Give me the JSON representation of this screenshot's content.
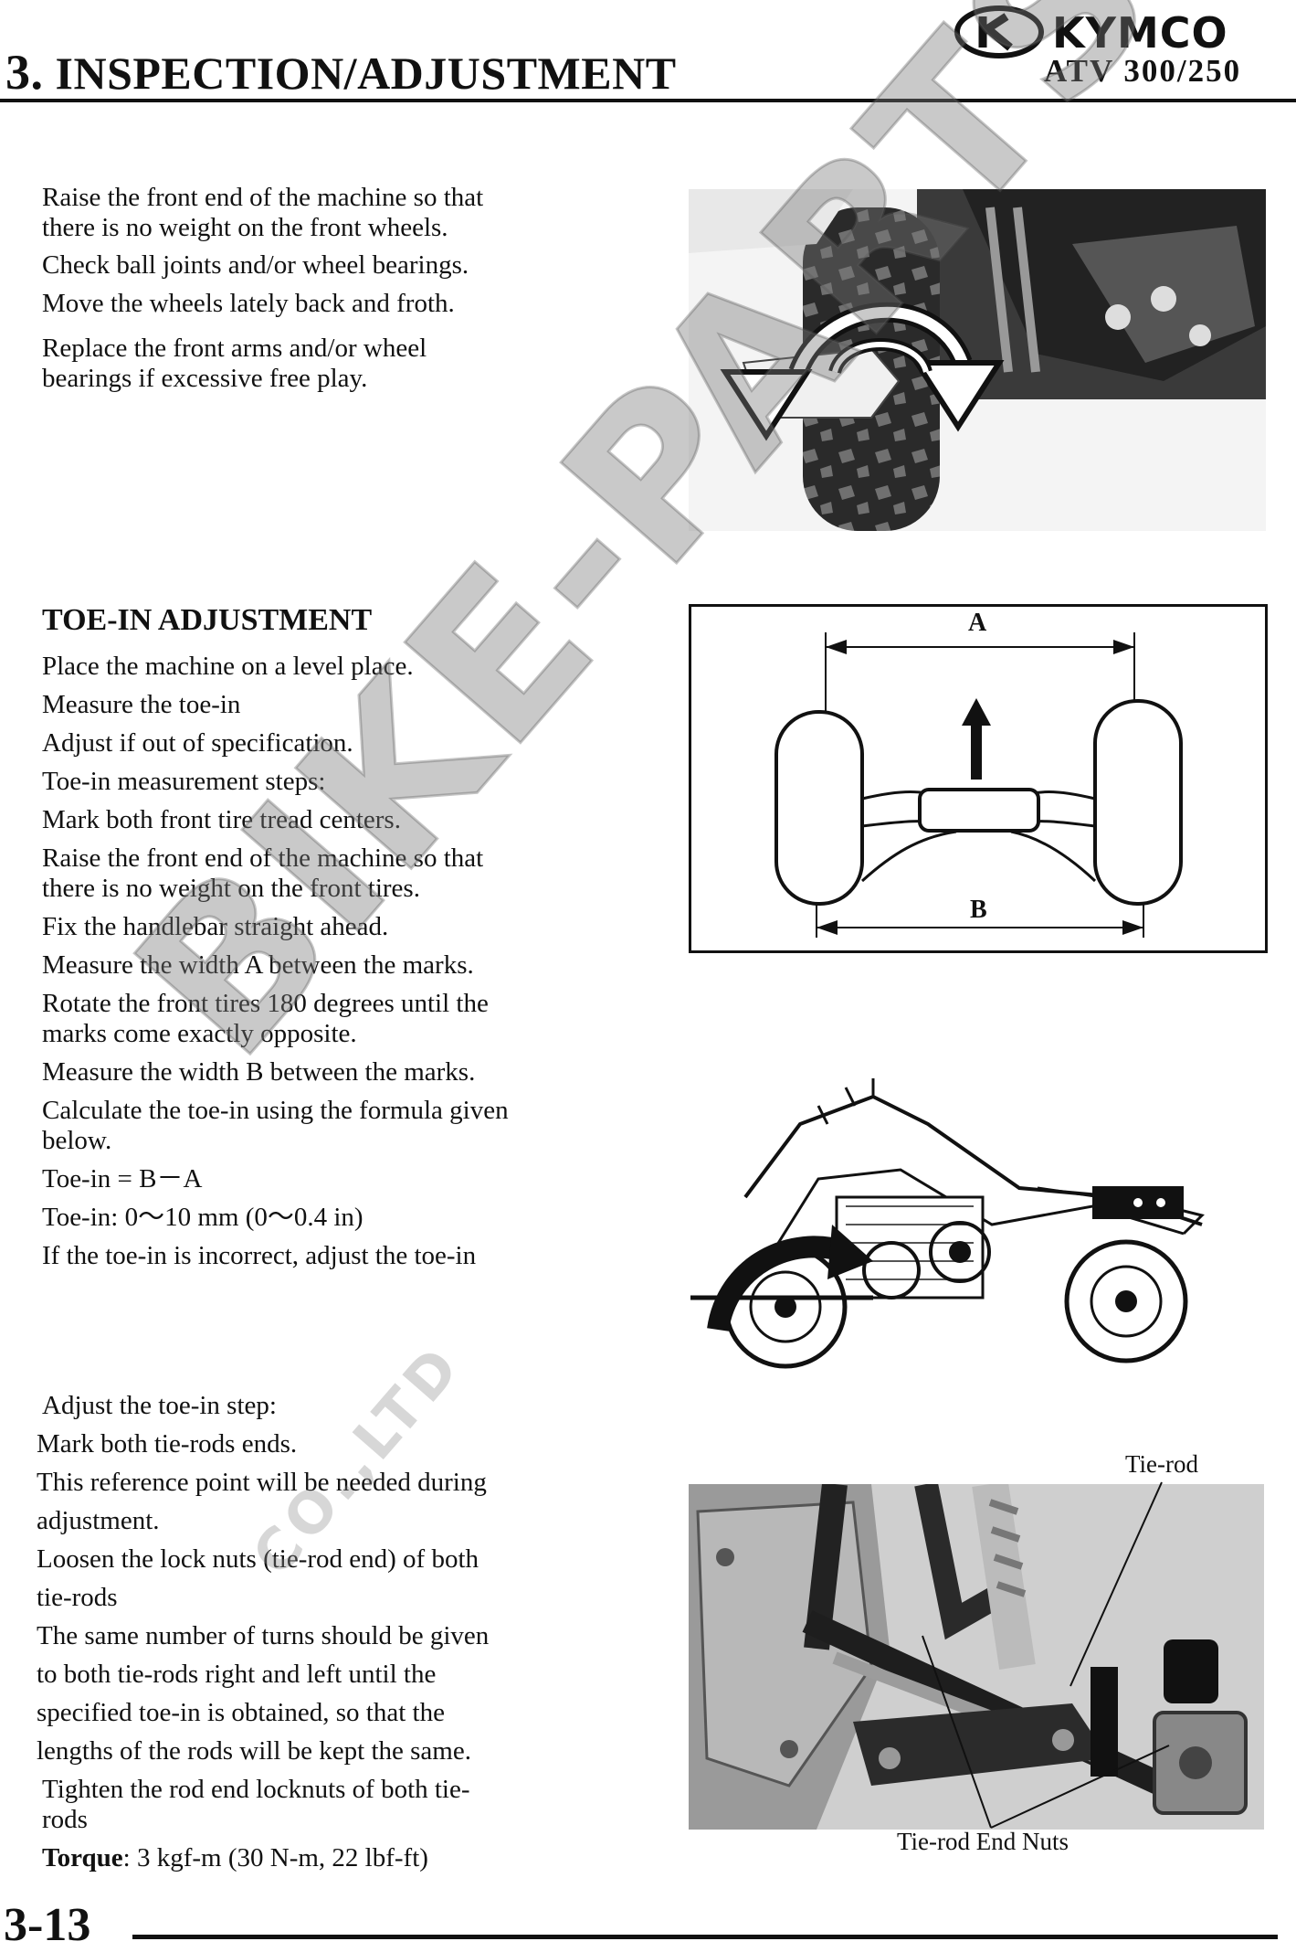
{
  "header": {
    "section_number": "3.",
    "section_title": "INSPECTION/ADJUSTMENT",
    "brand": "KYMCO",
    "model": "ATV 300/250"
  },
  "section1": {
    "lines": [
      "Raise the front end of the machine so that",
      "there is no weight on the front wheels.",
      "Check ball joints and/or wheel bearings.",
      "Move the wheels lately back and froth.",
      "Replace the front arms and/or wheel",
      "bearings if excessive free play."
    ]
  },
  "section2": {
    "heading": "TOE-IN ADJUSTMENT",
    "lines": [
      "Place the machine on a level place.",
      "Measure the toe-in",
      "Adjust if out of specification.",
      "Toe-in measurement steps:",
      "Mark both front tire tread centers.",
      "Raise the front end of the machine so that",
      "there is no weight on the front tires.",
      "Fix the handlebar straight ahead.",
      "Measure the width A between the marks.",
      "Rotate the front tires 180 degrees until the",
      "marks come exactly opposite.",
      "Measure the width B between the marks.",
      "Calculate the toe-in using the formula given",
      "below.",
      "Toe-in = B－A",
      "Toe-in: 0～10 mm (0～0.4 in)",
      "If the toe-in is incorrect, adjust the toe-in"
    ],
    "diagram": {
      "label_a": "A",
      "label_b": "B"
    }
  },
  "section3": {
    "lines": [
      "Adjust the toe-in step:",
      "Mark both tie-rods ends.",
      "This reference point will be needed during",
      "adjustment.",
      "Loosen the lock nuts (tie-rod end) of both",
      "tie-rods",
      "The same number of turns should be given",
      "to both tie-rods right and left until the",
      "specified toe-in is obtained, so that the",
      "lengths of the rods will be kept the same.",
      "Tighten the rod end locknuts of both tie-",
      "rods"
    ],
    "torque_label": "Torque",
    "torque_value": ": 3 kgf-m (30 N-m, 22 lbf-ft)",
    "photo_labels": {
      "tie_rod": "Tie-rod",
      "tie_rod_end_nuts": "Tie-rod End Nuts"
    }
  },
  "watermark": {
    "main": "BIKE-PARTS",
    "sub": "CO.,LTD"
  },
  "footer": {
    "page_number": "3-13"
  }
}
